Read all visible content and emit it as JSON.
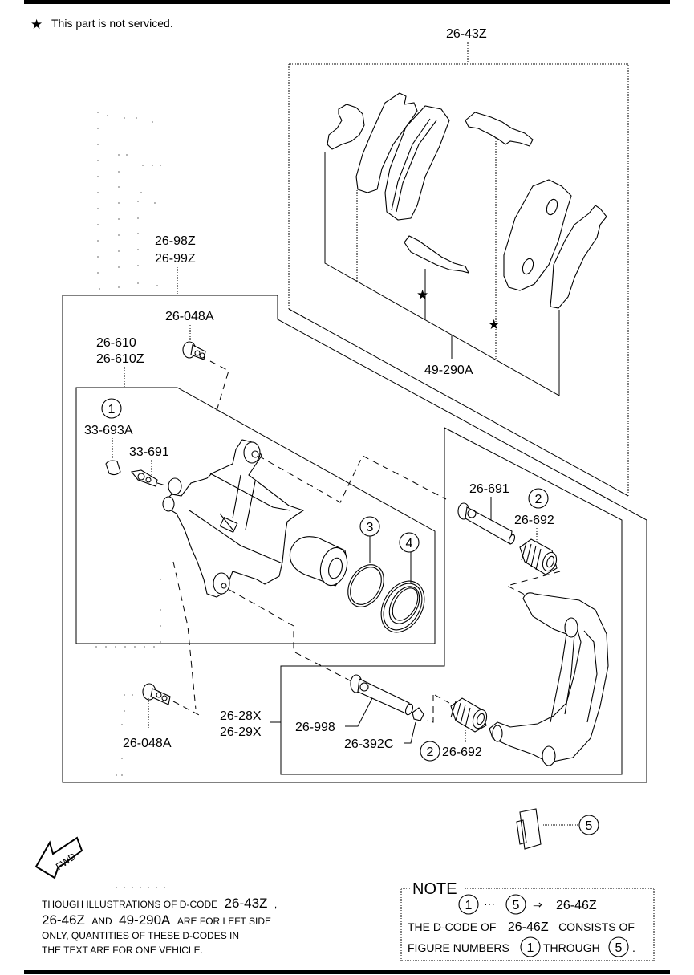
{
  "legend": {
    "star_icon": "★",
    "text": "This part is not serviced."
  },
  "callouts": {
    "pad_kit": "26-43Z",
    "shim_kit": "49-290A",
    "caliper_assy_1": "26-98Z",
    "caliper_assy_2": "26-99Z",
    "bolt_top": "26-048A",
    "caliper_1": "26-610",
    "caliper_2": "26-610Z",
    "bleeder_cap": "33-693A",
    "bleeder_screw": "33-691",
    "guide_pin_upper": "26-691",
    "boot_upper": "26-692",
    "bolt_bottom": "26-048A",
    "bracket_1": "26-28X",
    "bracket_2": "26-29X",
    "guide_pin_lower": "26-998",
    "bushing": "26-392C",
    "boot_lower": "26-692"
  },
  "figure_numbers": {
    "bleeder_cap": "1",
    "boot_upper": "2",
    "piston_seal": "3",
    "dust_seal": "4",
    "grease": "5",
    "boot_lower": "2"
  },
  "fwd_label": "FWD",
  "disclaimer": {
    "line1_a": "THOUGH ILLUSTRATIONS OF D-CODE",
    "line1_b": "26-43Z",
    "line1_c": ",",
    "line2_a": "26-46Z",
    "line2_b": "AND",
    "line2_c": "49-290A",
    "line2_d": "ARE FOR LEFT SIDE",
    "line3": "ONLY, QUANTITIES OF THESE D-CODES IN",
    "line4": "THE TEXT ARE FOR ONE VEHICLE."
  },
  "note": {
    "title": "NOTE",
    "range_from": "1",
    "range_sep": "···",
    "range_to": "5",
    "arrow": "⇒",
    "kit_code": "26-46Z",
    "line2_a": "THE D-CODE OF",
    "line2_b": "26-46Z",
    "line2_c": "CONSISTS OF",
    "line3_a": "FIGURE NUMBERS",
    "line3_num1": "1",
    "line3_b": "THROUGH",
    "line3_num2": "5",
    "line3_end": "."
  }
}
